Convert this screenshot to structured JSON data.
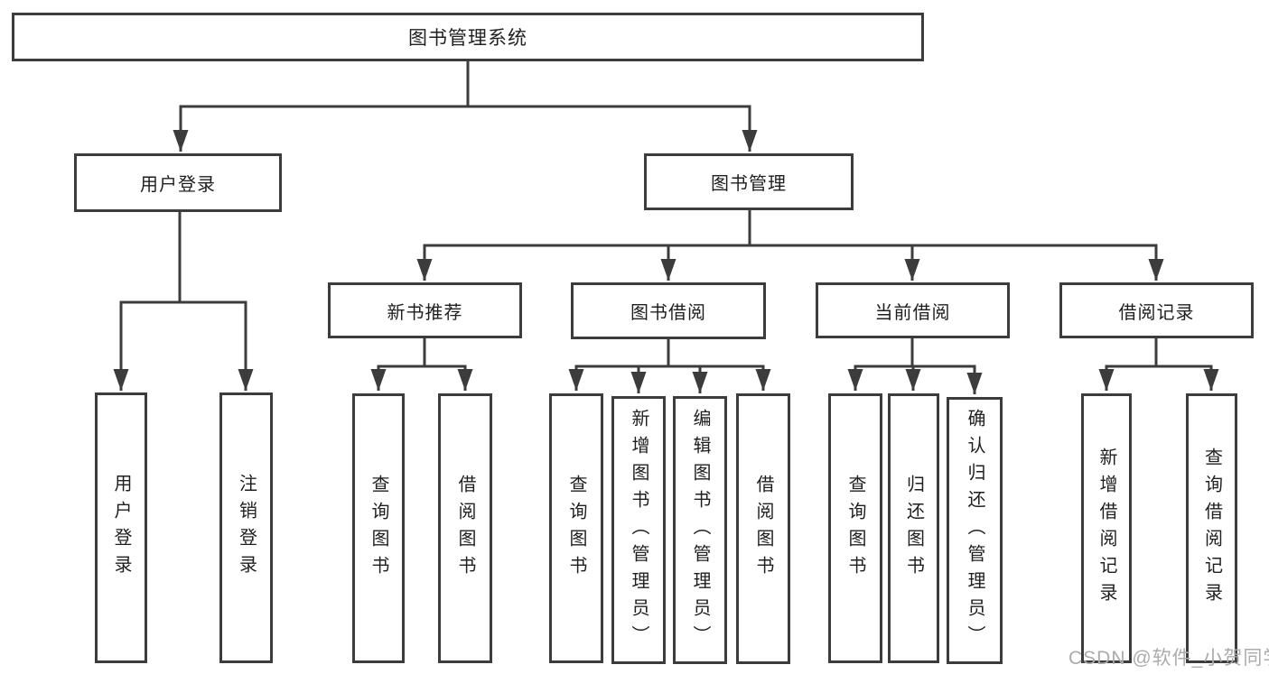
{
  "diagram": {
    "type": "hierarchy-tree",
    "title": "图书管理系统"
  },
  "tree": {
    "label": "图书管理系统",
    "children": [
      {
        "label": "用户登录",
        "children": [
          {
            "label": "用户登录"
          },
          {
            "label": "注销登录"
          }
        ]
      },
      {
        "label": "图书管理",
        "children": [
          {
            "label": "新书推荐",
            "children": [
              {
                "label": "查询图书"
              },
              {
                "label": "借阅图书"
              }
            ]
          },
          {
            "label": "图书借阅",
            "children": [
              {
                "label": "查询图书"
              },
              {
                "label": "新增图书（管理员）"
              },
              {
                "label": "编辑图书（管理员）"
              },
              {
                "label": "借阅图书"
              }
            ]
          },
          {
            "label": "当前借阅",
            "children": [
              {
                "label": "查询图书"
              },
              {
                "label": "归还图书"
              },
              {
                "label": "确认归还（管理员）"
              }
            ]
          },
          {
            "label": "借阅记录",
            "children": [
              {
                "label": "新增借阅记录"
              },
              {
                "label": "查询借阅记录"
              }
            ]
          }
        ]
      }
    ]
  },
  "watermark": {
    "text": "CSDN @软件_小贺同学"
  },
  "colors": {
    "line": "#3c3c3c",
    "box_border": "#3c3c3c",
    "text": "#1f1f1f",
    "watermark": "#ababab",
    "background": "#ffffff"
  }
}
